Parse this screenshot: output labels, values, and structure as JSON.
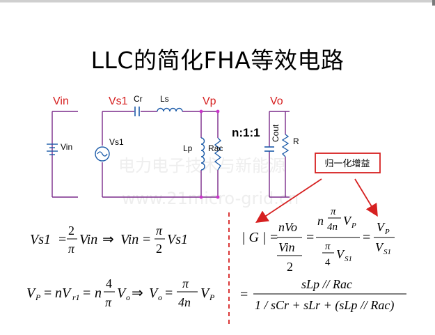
{
  "title": "LLC的简化FHA等效电路",
  "watermark": {
    "line1": "电力电子技术与新能源",
    "line2": "www.21micro-grid.cn"
  },
  "circuit": {
    "node_labels": {
      "vin": "Vin",
      "vs1": "Vs1",
      "vp": "Vp",
      "vo": "Vo"
    },
    "components": {
      "vin_source": "Vin",
      "vs1_source": "Vs1",
      "cr": "Cr",
      "ls": "Ls",
      "lp": "Lp",
      "rac": "Rac",
      "cout": "Cout",
      "r": "R"
    },
    "ratio": "n:1:1"
  },
  "callout": {
    "label": "归一化增益",
    "color": "#d62020"
  },
  "equations": {
    "eq1": {
      "lhs": "Vs1",
      "eq": "=",
      "num": "2",
      "den": "π",
      "vin": "Vin",
      "implies": "⇒",
      "vin2": "Vin",
      "eq2": "=",
      "num2": "π",
      "den2": "2",
      "rhs": "Vs1"
    },
    "eq2": {
      "lhs": "V",
      "lhs_sub": "P",
      "eq": "=",
      "n": "nV",
      "n_sub": "r1",
      "eq2": "=",
      "n2": "n",
      "num": "4",
      "den": "π",
      "vo": "V",
      "vo_sub": "o",
      "implies": "⇒",
      "vo2": "V",
      "vo2_sub": "o",
      "eq3": "=",
      "num2": "π",
      "den2": "4n",
      "vp": "V",
      "vp_sub": "P"
    },
    "gain": {
      "abs": "| G |",
      "eq": "=",
      "num_top": "nVo",
      "den_top": "Vin",
      "den_two": "2",
      "eq2": "=",
      "mid_n": "n",
      "mid_pi": "π",
      "mid_4n": "4n",
      "mid_vp": "V",
      "mid_vp_sub": "P",
      "mid_pi2": "π",
      "mid_4": "4",
      "mid_vs": "V",
      "mid_vs_sub": "S1",
      "eq3": "=",
      "rhs_num": "V",
      "rhs_num_sub": "P",
      "rhs_den": "V",
      "rhs_den_sub": "S1"
    },
    "gain2": {
      "eq": "=",
      "num": "sLp // Rac",
      "den": "1 / sCr + sLr + (sLp // Rac)"
    }
  },
  "colors": {
    "accent_red": "#d62020",
    "node_magenta": "#cc33cc",
    "wire": "#7a2a8a"
  }
}
